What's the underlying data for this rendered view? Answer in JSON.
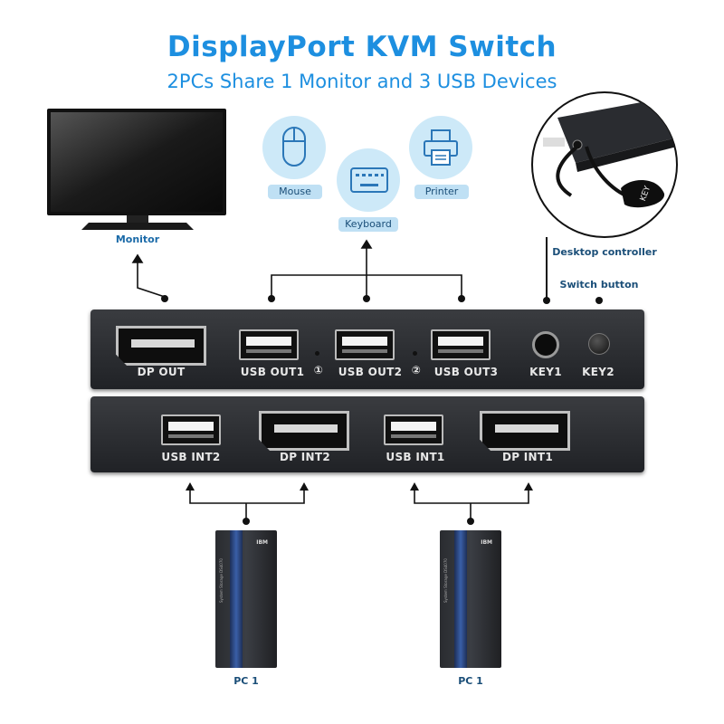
{
  "header": {
    "title": "DisplayPort KVM Switch",
    "subtitle": "2PCs Share 1 Monitor and 3 USB Devices"
  },
  "devices": {
    "monitor_label": "Monitor",
    "mouse_label": "Mouse",
    "keyboard_label": "Keyboard",
    "printer_label": "Printer",
    "controller_label": "Desktop controller",
    "switch_button_label": "Switch button",
    "controller_key_text": "KEY"
  },
  "top_panel": {
    "dp_out": "DP OUT",
    "usb_out1": "USB OUT1",
    "usb_out2": "USB OUT2",
    "usb_out3": "USB OUT3",
    "led1": "①",
    "led2": "②",
    "key1": "KEY1",
    "key2": "KEY2"
  },
  "bottom_panel": {
    "usb_int2": "USB INT2",
    "dp_int2": "DP INT2",
    "usb_int1": "USB INT1",
    "dp_int1": "DP INT1"
  },
  "pcs": {
    "left_label": "PC 1",
    "right_label": "PC 1",
    "brand": "IBM",
    "model_text": "System Storage DS4070"
  },
  "colors": {
    "title": "#1d8fe0",
    "caption": "#1a6aa8",
    "bubble": "#cde9f8"
  },
  "icons": [
    "monitor-icon",
    "mouse-icon",
    "keyboard-icon",
    "printer-icon",
    "controller-icon",
    "pc-tower-icon"
  ]
}
